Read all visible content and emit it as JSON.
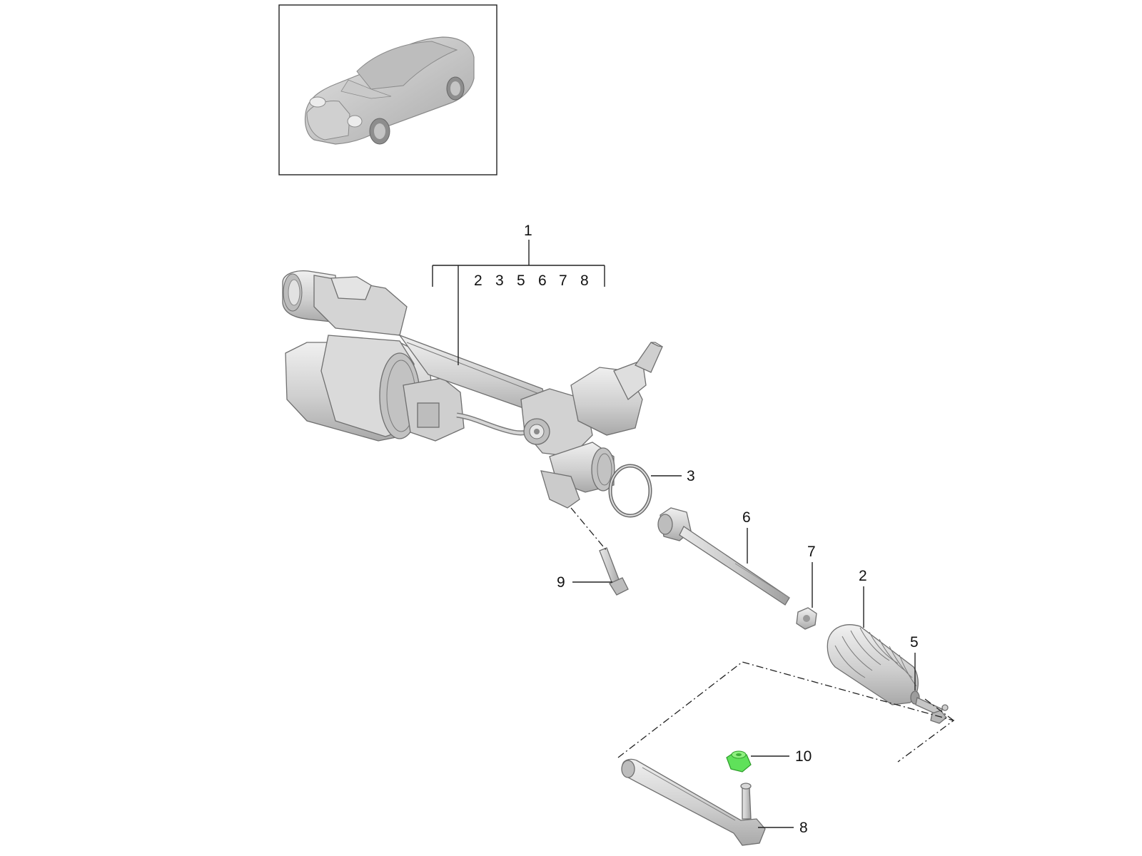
{
  "diagram": {
    "callouts": [
      {
        "id": "1",
        "label": "1"
      },
      {
        "id": "2",
        "label": "2"
      },
      {
        "id": "3",
        "label": "3"
      },
      {
        "id": "5",
        "label": "5"
      },
      {
        "id": "6",
        "label": "6"
      },
      {
        "id": "7",
        "label": "7"
      },
      {
        "id": "8",
        "label": "8"
      },
      {
        "id": "9",
        "label": "9"
      },
      {
        "id": "10",
        "label": "10"
      }
    ],
    "group_members": [
      "2",
      "3",
      "5",
      "6",
      "7",
      "8"
    ],
    "colors": {
      "part_fill": "#d6d6d6",
      "part_shade": "#b4b4b4",
      "highlight": "#5fe15a",
      "line": "#222222"
    },
    "icons": {
      "thumbnail": "car-coupe-icon",
      "steering_gear": "steering-rack-icon",
      "nut_highlight": "hex-nut-icon"
    }
  }
}
